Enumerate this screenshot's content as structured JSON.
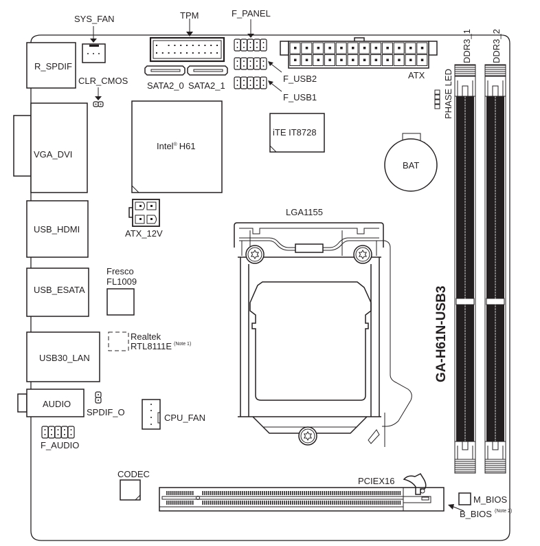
{
  "board": {
    "model": "GA-H61N-USB3"
  },
  "components": {
    "sys_fan": "SYS_FAN",
    "tpm": "TPM",
    "f_panel": "F_PANEL",
    "r_spdif": "R_SPDIF",
    "clr_cmos": "CLR_CMOS",
    "sata2_0": "SATA2_0",
    "sata2_1": "SATA2_1",
    "f_usb2": "F_USB2",
    "f_usb1": "F_USB1",
    "atx": "ATX",
    "ddr3_1": "DDR3_1",
    "ddr3_2": "DDR3_2",
    "phase_led": "PHASE LED",
    "vga_dvi": "VGA_DVI",
    "chipset_name": "Intel",
    "chipset_reg": "®",
    "chipset_model": "H61",
    "ite": "iTE IT8728",
    "bat": "BAT",
    "usb_hdmi": "USB_HDMI",
    "atx_12v": "ATX_12V",
    "lga": "LGA1155",
    "usb_esata": "USB_ESATA",
    "fresco_1": "Fresco",
    "fresco_2": "FL1009",
    "usb30_lan": "USB30_LAN",
    "realtek_1": "Realtek",
    "realtek_2": "RTL8111E",
    "note1": "(Note 1)",
    "audio": "AUDIO",
    "spdif_o": "SPDIF_O",
    "cpu_fan": "CPU_FAN",
    "f_audio": "F_AUDIO",
    "codec": "CODEC",
    "pciex16": "PCIEX16",
    "m_bios": "M_BIOS",
    "b_bios": "B_BIOS",
    "note2": "(Note 2)"
  }
}
